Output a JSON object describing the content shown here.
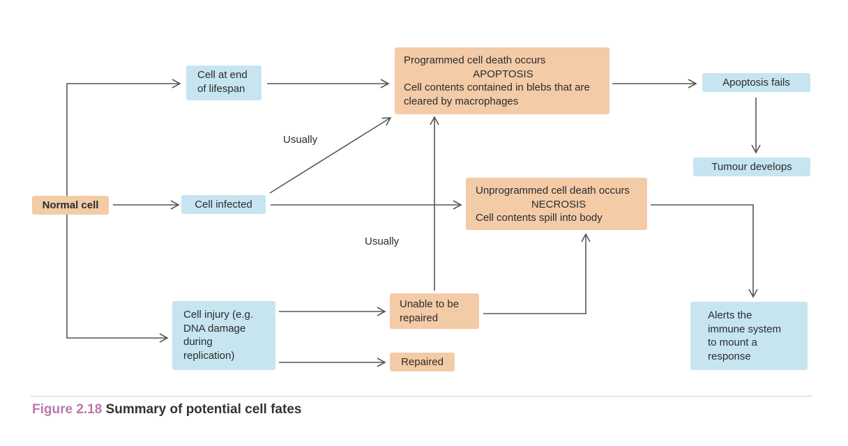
{
  "nodes": {
    "normal_cell": "Normal cell",
    "end_of_lifespan": [
      "Cell at end",
      "of lifespan"
    ],
    "cell_infected": "Cell infected",
    "cell_injury": [
      "Cell injury (e.g.",
      "DNA damage",
      "during",
      "replication)"
    ],
    "apoptosis": {
      "line1": "Programmed cell death occurs",
      "term": "APOPTOSIS",
      "line3": "Cell contents contained in blebs that are",
      "line4": "cleared by macrophages"
    },
    "necrosis": {
      "line1": "Unprogrammed cell death occurs",
      "term": "NECROSIS",
      "line3": "Cell contents spill into body"
    },
    "apoptosis_fails": "Apoptosis fails",
    "tumour_develops": "Tumour develops",
    "unable_repaired": [
      "Unable to be",
      "repaired"
    ],
    "repaired": "Repaired",
    "alerts_immune": [
      "Alerts the",
      "immune system",
      "to mount a",
      "response"
    ]
  },
  "labels": {
    "usually_upper": "Usually",
    "usually_lower": "Usually"
  },
  "caption": {
    "number": "Figure 2.18",
    "title": "Summary of potential cell fates"
  },
  "colors": {
    "blue_box": "#c6e5f1",
    "orange_box": "#f3cba7",
    "arrow": "#555555",
    "figure_number": "#b978ad"
  }
}
